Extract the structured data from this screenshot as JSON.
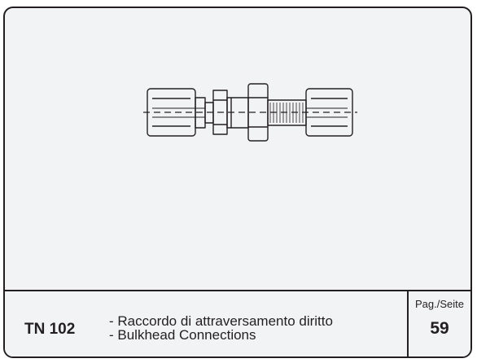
{
  "footer": {
    "code": "TN 102",
    "description_it": "- Raccordo di attraversamento diritto",
    "description_en": "- Bulkhead Connections",
    "page_label": "Pag./Seite",
    "page_number": "59"
  },
  "colors": {
    "line": "#231f20",
    "panel": "#f2f3f5"
  }
}
